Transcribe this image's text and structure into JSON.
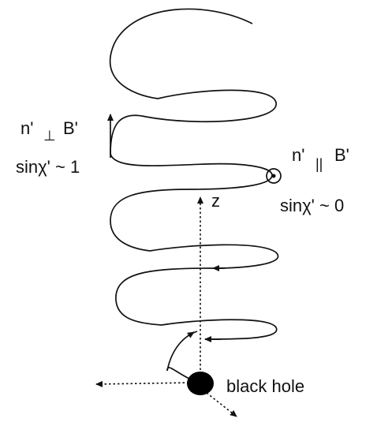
{
  "labels": {
    "perp_n": "n'",
    "perp_symbol": "⊥",
    "perp_B": "B'",
    "sin_perp": "sinχ' ~ 1",
    "para_n": "n'",
    "para_symbol": "||",
    "para_B": "B'",
    "sin_para": "sinχ' ~ 0",
    "z_axis": "z",
    "black_hole": "black hole"
  },
  "colors": {
    "ink": "#111111",
    "background": "#ffffff"
  }
}
